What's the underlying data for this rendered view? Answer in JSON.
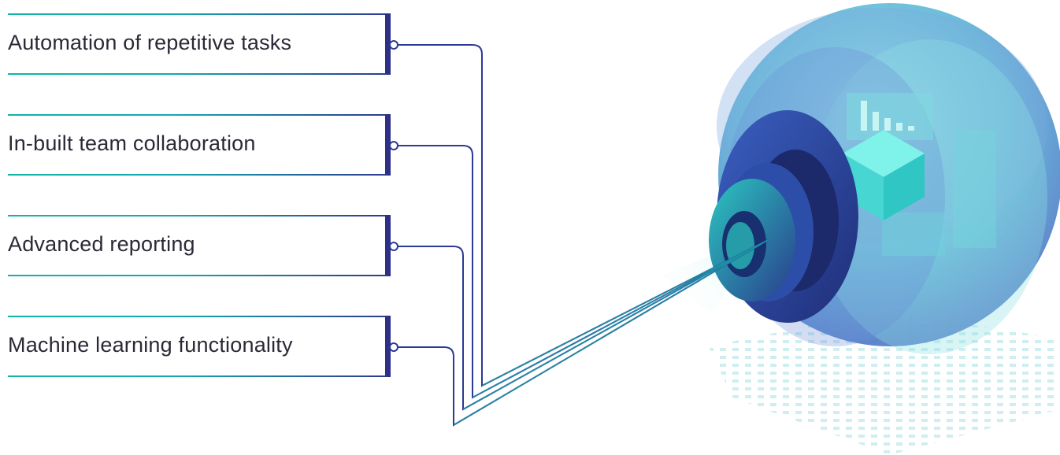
{
  "features": [
    {
      "label": "Automation of repetitive tasks"
    },
    {
      "label": "In-built team collaboration"
    },
    {
      "label": "Advanced reporting"
    },
    {
      "label": "Machine learning functionality"
    }
  ],
  "colors": {
    "accent_teal": "#12b3a8",
    "bar_navy": "#2e2f86",
    "line_navy": "#2b3a93",
    "sphere_blue": "#5a7fd0",
    "sphere_cyan": "#6fd6dc"
  },
  "icons": [
    "connector-node",
    "cube-icon",
    "bar-chart-panel-icon"
  ]
}
